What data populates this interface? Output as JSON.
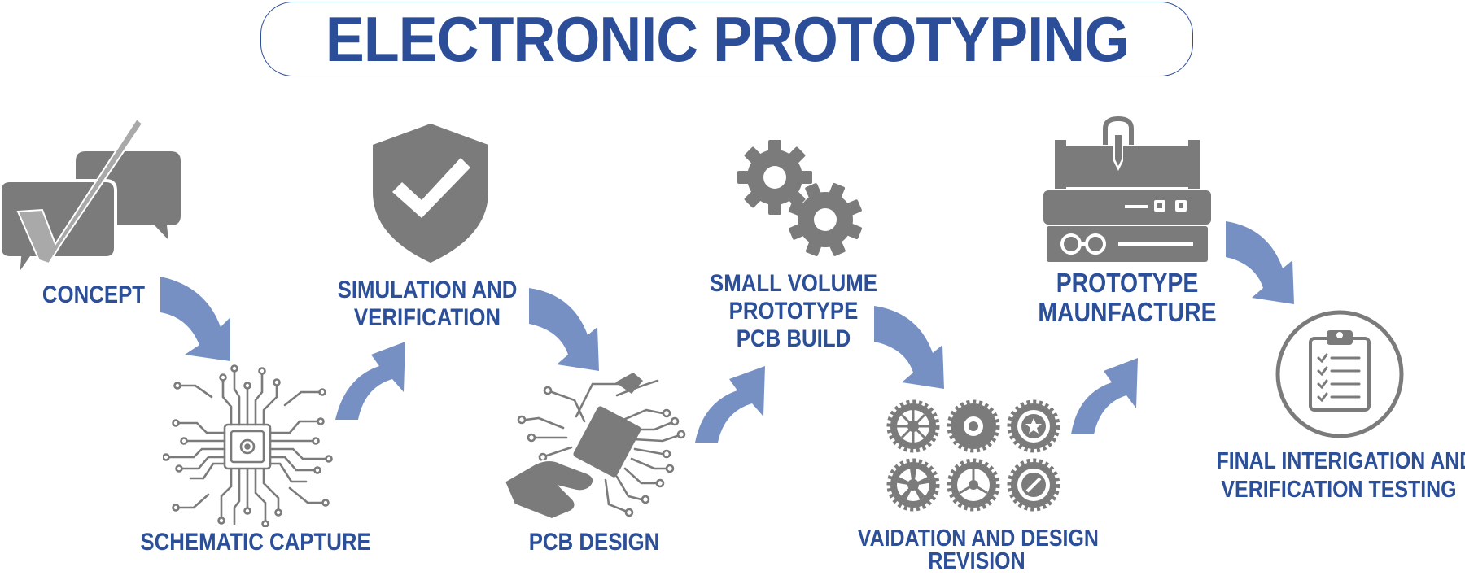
{
  "title": "ELECTRONIC PROTOTYPING",
  "colors": {
    "accent": "#2c4f99",
    "icon": "#7b7b7b",
    "arrow": "#7690c4"
  },
  "steps": [
    {
      "id": "concept",
      "icon": "chat-check-icon",
      "lines": [
        "CONCEPT"
      ]
    },
    {
      "id": "schematic",
      "icon": "chip-circuit-icon",
      "lines": [
        "SCHEMATIC CAPTURE"
      ]
    },
    {
      "id": "simulation",
      "icon": "shield-check-icon",
      "lines": [
        "SIMULATION AND",
        "VERIFICATION"
      ]
    },
    {
      "id": "pcb-design",
      "icon": "hand-chip-icon",
      "lines": [
        "PCB DESIGN"
      ]
    },
    {
      "id": "small-volume",
      "icon": "gears-icon",
      "lines": [
        "SMALL VOLUME",
        "PROTOTYPE",
        "PCB BUILD"
      ]
    },
    {
      "id": "validation",
      "icon": "gear-grid-icon",
      "lines": [
        "VAIDATION AND DESIGN",
        "REVISION"
      ]
    },
    {
      "id": "manufacture",
      "icon": "cnc-machine-icon",
      "lines": [
        "PROTOTYPE",
        "MAUNFACTURE"
      ]
    },
    {
      "id": "final",
      "icon": "clipboard-checklist-icon",
      "lines": [
        "FINAL INTERIGATION AND",
        "VERIFICATION TESTING"
      ]
    }
  ]
}
